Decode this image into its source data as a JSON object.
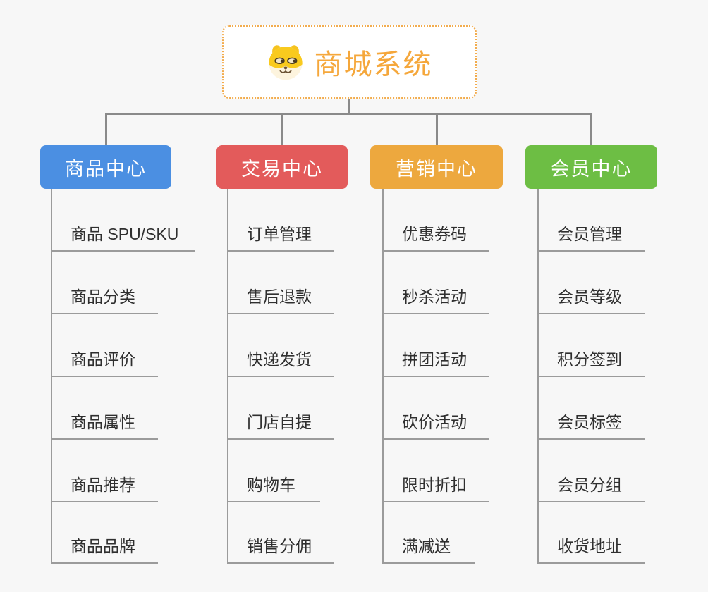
{
  "root": {
    "title": "商城系统",
    "icon": "dog-face-icon",
    "title_color": "#f5a73b",
    "border_color": "#f2ac4e"
  },
  "branches": [
    {
      "label": "商品中心",
      "color": "#4b8fe2",
      "items": [
        "商品 SPU/SKU",
        "商品分类",
        "商品评价",
        "商品属性",
        "商品推荐",
        "商品品牌"
      ]
    },
    {
      "label": "交易中心",
      "color": "#e35b5b",
      "items": [
        "订单管理",
        "售后退款",
        "快递发货",
        "门店自提",
        "购物车",
        "销售分佣"
      ]
    },
    {
      "label": "营销中心",
      "color": "#eda83e",
      "items": [
        "优惠券码",
        "秒杀活动",
        "拼团活动",
        "砍价活动",
        "限时折扣",
        "满减送"
      ]
    },
    {
      "label": "会员中心",
      "color": "#6dbe44",
      "items": [
        "会员管理",
        "会员等级",
        "积分签到",
        "会员标签",
        "会员分组",
        "收货地址"
      ]
    }
  ],
  "colors": {
    "background": "#f7f7f7",
    "connector": "#8a8a8a",
    "item_line": "#9b9b9b",
    "item_text": "#2f2f2f"
  }
}
